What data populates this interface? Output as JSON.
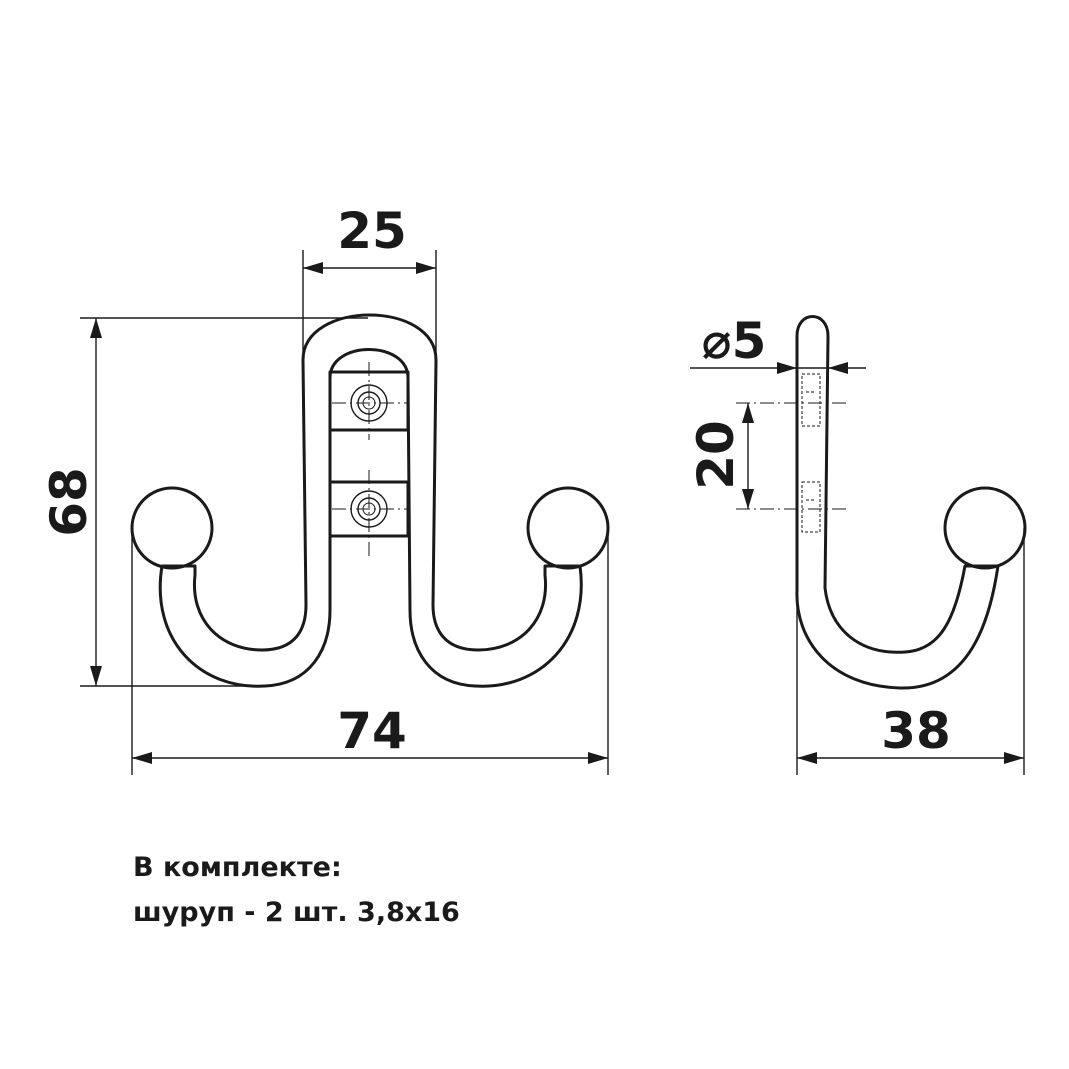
{
  "dimensions": {
    "width_top": "25",
    "height": "68",
    "width_overall": "74",
    "wire_diameter": "⌀5",
    "hole_spacing": "20",
    "depth": "38"
  },
  "notes": {
    "line1": "В комплекте:",
    "line2": "шуруп - 2 шт. 3,8х16"
  }
}
